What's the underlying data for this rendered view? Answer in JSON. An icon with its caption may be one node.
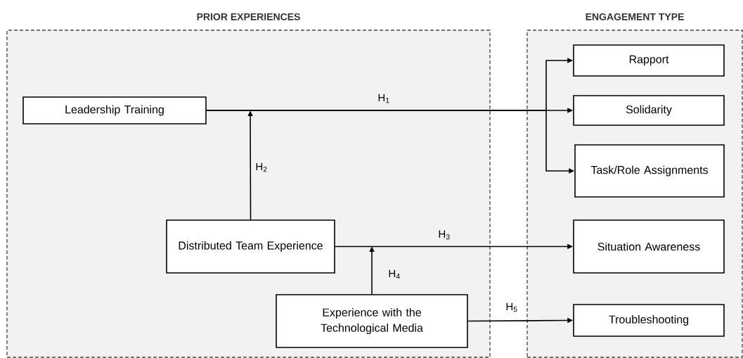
{
  "diagram": {
    "nodes": [
      {
        "text": [
          "PRIOR EXPERIENCES"
        ]
      },
      {
        "text": [
          "Leadership Training"
        ],
        "in": 0
      },
      {
        "text": [
          "Distributed Team Experience"
        ],
        "in": 0
      },
      {
        "text": [
          "Experience with the Technological Media"
        ],
        "in": 0
      },
      {
        "text": [
          "ENGAGEMENT TYPE"
        ]
      },
      {
        "text": [
          "Rapport"
        ],
        "in": 4
      },
      {
        "text": [
          "Solidarity"
        ],
        "in": 4
      },
      {
        "text": [
          "Task/Role Assignments"
        ],
        "in": 4
      },
      {
        "text": [
          "Situation Awareness"
        ],
        "in": 4
      },
      {
        "text": [
          "Troubleshooting"
        ],
        "in": 4
      }
    ],
    "edges": [
      {
        "from": 1,
        "to": 5,
        "arrow": "to"
      },
      {
        "from": 1,
        "to": 6,
        "arrow": "to",
        "label": "H$_{1}$"
      },
      {
        "from": 1,
        "to": 7,
        "arrow": "to"
      },
      {
        "from": 2,
        "to": null,
        "arrow": "to",
        "label": "H$_{2}$"
      },
      {
        "from": 2,
        "to": 8,
        "arrow": "to",
        "label": "H$_{3}$"
      },
      {
        "from": 3,
        "to": null,
        "arrow": "to",
        "label": "H$_{4}$"
      },
      {
        "from": 3,
        "to": 9,
        "arrow": "to",
        "label": "H$_{5}$"
      }
    ]
  }
}
